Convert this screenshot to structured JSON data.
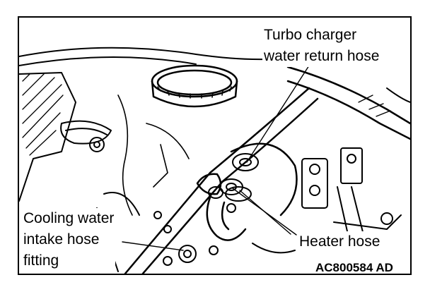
{
  "labels": {
    "turbo": [
      "Turbo charger",
      "water return hose"
    ],
    "cooling": [
      "Cooling water",
      "intake hose",
      "fitting"
    ],
    "heater": "Heater hose"
  },
  "figure_code": "AC800584 AD",
  "colors": {
    "ink": "#000000",
    "paper": "#ffffff"
  }
}
